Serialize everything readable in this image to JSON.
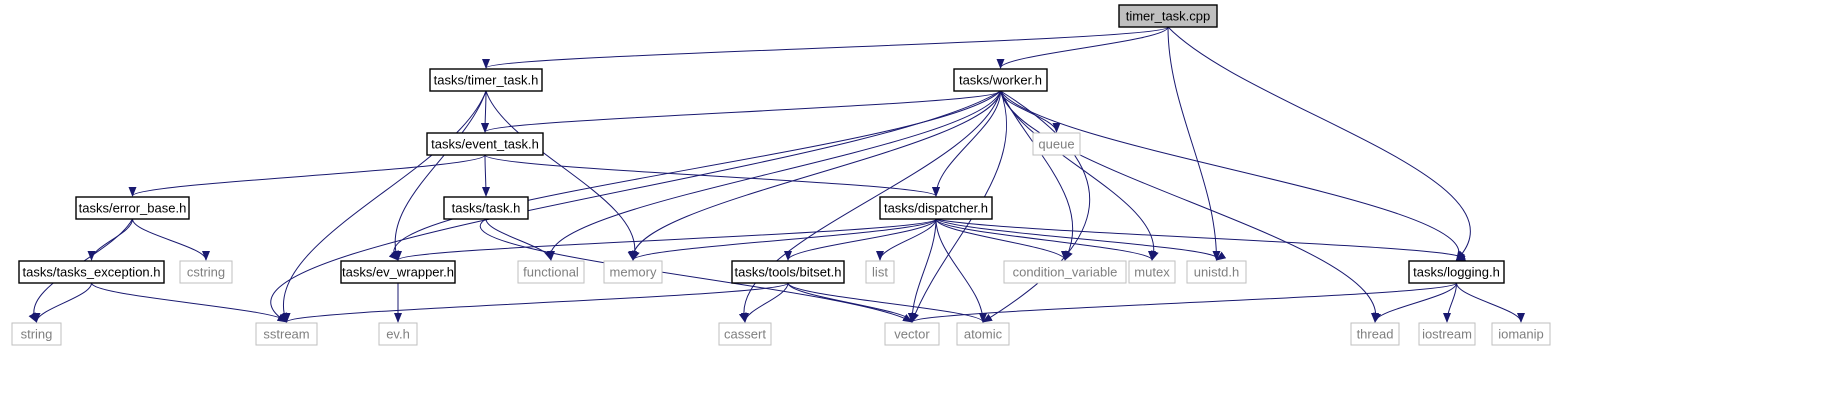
{
  "diagram": {
    "colors": {
      "edge": "#191970",
      "node_border": "#000000",
      "external_border": "#bfbfbf",
      "external_text": "#7f7f7f",
      "root_fill": "#bfbfbf",
      "fill": "#ffffff"
    },
    "nodes": [
      {
        "id": "timer_task_cpp",
        "label": "timer_task.cpp",
        "kind": "root"
      },
      {
        "id": "timer_task_h",
        "label": "tasks/timer_task.h",
        "kind": "header"
      },
      {
        "id": "worker_h",
        "label": "tasks/worker.h",
        "kind": "header"
      },
      {
        "id": "event_task_h",
        "label": "tasks/event_task.h",
        "kind": "header"
      },
      {
        "id": "queue",
        "label": "queue",
        "kind": "external"
      },
      {
        "id": "error_base_h",
        "label": "tasks/error_base.h",
        "kind": "header"
      },
      {
        "id": "task_h",
        "label": "tasks/task.h",
        "kind": "header"
      },
      {
        "id": "dispatcher_h",
        "label": "tasks/dispatcher.h",
        "kind": "header"
      },
      {
        "id": "tasks_exception_h",
        "label": "tasks/tasks_exception.h",
        "kind": "header"
      },
      {
        "id": "cstring",
        "label": "cstring",
        "kind": "external"
      },
      {
        "id": "ev_wrapper_h",
        "label": "tasks/ev_wrapper.h",
        "kind": "header"
      },
      {
        "id": "functional",
        "label": "functional",
        "kind": "external"
      },
      {
        "id": "memory",
        "label": "memory",
        "kind": "external"
      },
      {
        "id": "bitset_h",
        "label": "tasks/tools/bitset.h",
        "kind": "header"
      },
      {
        "id": "list",
        "label": "list",
        "kind": "external"
      },
      {
        "id": "condition_variable",
        "label": "condition_variable",
        "kind": "external"
      },
      {
        "id": "mutex",
        "label": "mutex",
        "kind": "external"
      },
      {
        "id": "unistd_h",
        "label": "unistd.h",
        "kind": "external"
      },
      {
        "id": "logging_h",
        "label": "tasks/logging.h",
        "kind": "header"
      },
      {
        "id": "string",
        "label": "string",
        "kind": "external"
      },
      {
        "id": "sstream",
        "label": "sstream",
        "kind": "external"
      },
      {
        "id": "ev_h",
        "label": "ev.h",
        "kind": "external"
      },
      {
        "id": "cassert",
        "label": "cassert",
        "kind": "external"
      },
      {
        "id": "vector",
        "label": "vector",
        "kind": "external"
      },
      {
        "id": "atomic",
        "label": "atomic",
        "kind": "external"
      },
      {
        "id": "thread",
        "label": "thread",
        "kind": "external"
      },
      {
        "id": "iostream",
        "label": "iostream",
        "kind": "external"
      },
      {
        "id": "iomanip",
        "label": "iomanip",
        "kind": "external"
      }
    ],
    "edges": [
      [
        "timer_task_cpp",
        "timer_task_h"
      ],
      [
        "timer_task_cpp",
        "worker_h"
      ],
      [
        "timer_task_cpp",
        "unistd_h"
      ],
      [
        "timer_task_cpp",
        "logging_h"
      ],
      [
        "timer_task_h",
        "event_task_h"
      ],
      [
        "timer_task_h",
        "ev_wrapper_h"
      ],
      [
        "timer_task_h",
        "memory"
      ],
      [
        "timer_task_h",
        "sstream"
      ],
      [
        "worker_h",
        "event_task_h"
      ],
      [
        "worker_h",
        "dispatcher_h"
      ],
      [
        "worker_h",
        "queue"
      ],
      [
        "worker_h",
        "ev_wrapper_h"
      ],
      [
        "worker_h",
        "functional"
      ],
      [
        "worker_h",
        "memory"
      ],
      [
        "worker_h",
        "sstream"
      ],
      [
        "worker_h",
        "cassert"
      ],
      [
        "worker_h",
        "vector"
      ],
      [
        "worker_h",
        "atomic"
      ],
      [
        "worker_h",
        "condition_variable"
      ],
      [
        "worker_h",
        "mutex"
      ],
      [
        "worker_h",
        "thread"
      ],
      [
        "worker_h",
        "logging_h"
      ],
      [
        "event_task_h",
        "error_base_h"
      ],
      [
        "event_task_h",
        "task_h"
      ],
      [
        "event_task_h",
        "dispatcher_h"
      ],
      [
        "error_base_h",
        "tasks_exception_h"
      ],
      [
        "error_base_h",
        "cstring"
      ],
      [
        "error_base_h",
        "string"
      ],
      [
        "tasks_exception_h",
        "string"
      ],
      [
        "tasks_exception_h",
        "sstream"
      ],
      [
        "task_h",
        "functional"
      ],
      [
        "task_h",
        "vector"
      ],
      [
        "dispatcher_h",
        "ev_wrapper_h"
      ],
      [
        "dispatcher_h",
        "memory"
      ],
      [
        "dispatcher_h",
        "bitset_h"
      ],
      [
        "dispatcher_h",
        "list"
      ],
      [
        "dispatcher_h",
        "condition_variable"
      ],
      [
        "dispatcher_h",
        "mutex"
      ],
      [
        "dispatcher_h",
        "unistd_h"
      ],
      [
        "dispatcher_h",
        "logging_h"
      ],
      [
        "dispatcher_h",
        "vector"
      ],
      [
        "dispatcher_h",
        "atomic"
      ],
      [
        "ev_wrapper_h",
        "ev_h"
      ],
      [
        "bitset_h",
        "sstream"
      ],
      [
        "bitset_h",
        "cassert"
      ],
      [
        "bitset_h",
        "vector"
      ],
      [
        "bitset_h",
        "atomic"
      ],
      [
        "logging_h",
        "vector"
      ],
      [
        "logging_h",
        "thread"
      ],
      [
        "logging_h",
        "iostream"
      ],
      [
        "logging_h",
        "iomanip"
      ]
    ]
  }
}
